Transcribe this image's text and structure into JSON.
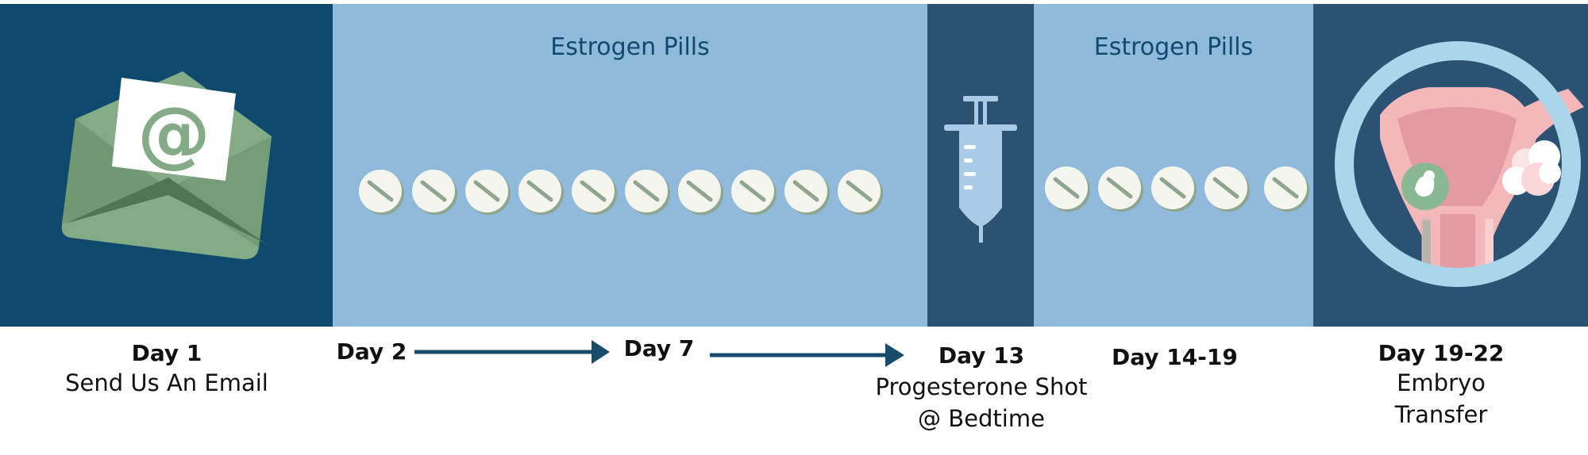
{
  "phases": [
    {
      "heading": ""
    },
    {
      "heading": "Estrogen Pills"
    },
    {
      "heading": ""
    },
    {
      "heading": "Estrogen Pills"
    },
    {
      "heading": ""
    }
  ],
  "pills": {
    "first_group_count": 10,
    "second_group_count": 5
  },
  "icons": [
    "email-envelope-icon",
    "pill-icon",
    "syringe-icon",
    "uterus-embryo-icon"
  ],
  "milestones": [
    {
      "day": "Day 1",
      "desc": [
        "Send Us An Email"
      ]
    },
    {
      "day": "Day 2",
      "desc": []
    },
    {
      "day": "Day 7",
      "desc": []
    },
    {
      "day": "Day 13",
      "desc": [
        "Progesterone Shot",
        "@ Bedtime"
      ]
    },
    {
      "day": "Day 14-19",
      "desc": []
    },
    {
      "day": "Day 19-22",
      "desc": [
        "Embryo",
        "Transfer"
      ]
    }
  ],
  "colors": {
    "dark_navy": "#0f4a6e",
    "slate": "#2c5273",
    "light_blue": "#8fbadc",
    "envelope_green": "#82ab86",
    "pill_white": "#f4f6ee",
    "uterus_pink": "#f4b8bb",
    "ring_blue": "#a9d6ea",
    "arrow": "#184c6c"
  }
}
